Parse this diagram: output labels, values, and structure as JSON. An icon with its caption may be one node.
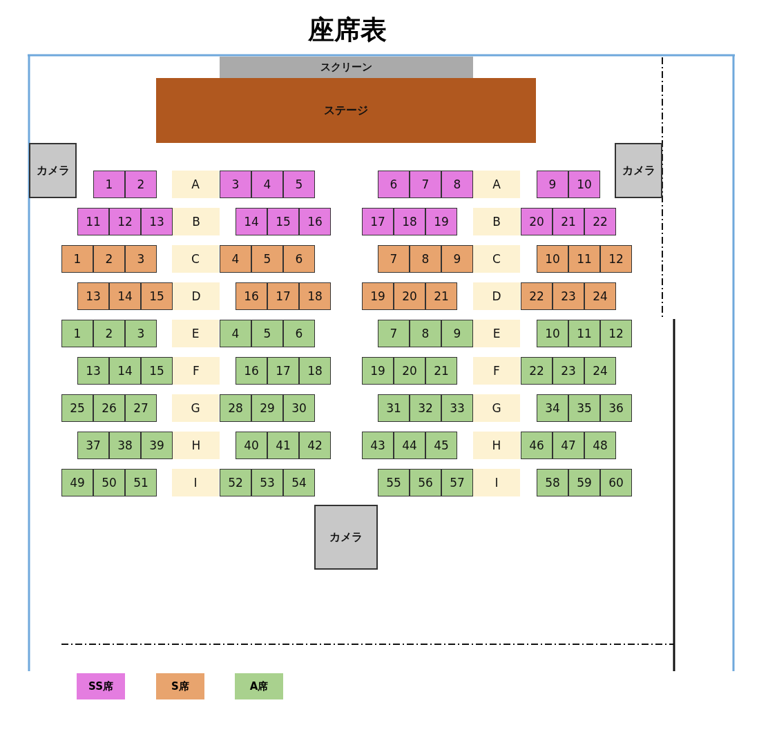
{
  "diagram": {
    "title": "座席表",
    "nodes": [
      {
        "text": [
          "スクリーン"
        ]
      },
      {
        "text": [
          "ステージ"
        ]
      },
      {
        "text": [
          "カメラ"
        ]
      },
      {
        "text": [
          "カメラ"
        ]
      },
      {
        "text": [
          "1"
        ]
      },
      {
        "text": [
          "2"
        ]
      },
      {
        "text": [
          "A"
        ]
      },
      {
        "text": [
          "3"
        ]
      },
      {
        "text": [
          "4"
        ]
      },
      {
        "text": [
          "5"
        ]
      },
      {
        "text": [
          "6"
        ]
      },
      {
        "text": [
          "7"
        ]
      },
      {
        "text": [
          "8"
        ]
      },
      {
        "text": [
          "A"
        ]
      },
      {
        "text": [
          "9"
        ]
      },
      {
        "text": [
          "10"
        ]
      },
      {
        "text": [
          "11"
        ]
      },
      {
        "text": [
          "12"
        ]
      },
      {
        "text": [
          "13"
        ]
      },
      {
        "text": [
          "B"
        ]
      },
      {
        "text": [
          "14"
        ]
      },
      {
        "text": [
          "15"
        ]
      },
      {
        "text": [
          "16"
        ]
      },
      {
        "text": [
          "17"
        ]
      },
      {
        "text": [
          "18"
        ]
      },
      {
        "text": [
          "19"
        ]
      },
      {
        "text": [
          "B"
        ]
      },
      {
        "text": [
          "20"
        ]
      },
      {
        "text": [
          "21"
        ]
      },
      {
        "text": [
          "22"
        ]
      },
      {
        "text": [
          "1"
        ]
      },
      {
        "text": [
          "2"
        ]
      },
      {
        "text": [
          "3"
        ]
      },
      {
        "text": [
          "C"
        ]
      },
      {
        "text": [
          "4"
        ]
      },
      {
        "text": [
          "5"
        ]
      },
      {
        "text": [
          "6"
        ]
      },
      {
        "text": [
          "7"
        ]
      },
      {
        "text": [
          "8"
        ]
      },
      {
        "text": [
          "9"
        ]
      },
      {
        "text": [
          "C"
        ]
      },
      {
        "text": [
          "10"
        ]
      },
      {
        "text": [
          "11"
        ]
      },
      {
        "text": [
          "12"
        ]
      },
      {
        "text": [
          "13"
        ]
      },
      {
        "text": [
          "14"
        ]
      },
      {
        "text": [
          "15"
        ]
      },
      {
        "text": [
          "D"
        ]
      },
      {
        "text": [
          "16"
        ]
      },
      {
        "text": [
          "17"
        ]
      },
      {
        "text": [
          "18"
        ]
      },
      {
        "text": [
          "19"
        ]
      },
      {
        "text": [
          "20"
        ]
      },
      {
        "text": [
          "21"
        ]
      },
      {
        "text": [
          "D"
        ]
      },
      {
        "text": [
          "22"
        ]
      },
      {
        "text": [
          "23"
        ]
      },
      {
        "text": [
          "24"
        ]
      },
      {
        "text": [
          "1"
        ]
      },
      {
        "text": [
          "2"
        ]
      },
      {
        "text": [
          "3"
        ]
      },
      {
        "text": [
          "E"
        ]
      },
      {
        "text": [
          "4"
        ]
      },
      {
        "text": [
          "5"
        ]
      },
      {
        "text": [
          "6"
        ]
      },
      {
        "text": [
          "7"
        ]
      },
      {
        "text": [
          "8"
        ]
      },
      {
        "text": [
          "9"
        ]
      },
      {
        "text": [
          "E"
        ]
      },
      {
        "text": [
          "10"
        ]
      },
      {
        "text": [
          "11"
        ]
      },
      {
        "text": [
          "12"
        ]
      },
      {
        "text": [
          "13"
        ]
      },
      {
        "text": [
          "14"
        ]
      },
      {
        "text": [
          "15"
        ]
      },
      {
        "text": [
          "F"
        ]
      },
      {
        "text": [
          "16"
        ]
      },
      {
        "text": [
          "17"
        ]
      },
      {
        "text": [
          "18"
        ]
      },
      {
        "text": [
          "19"
        ]
      },
      {
        "text": [
          "20"
        ]
      },
      {
        "text": [
          "21"
        ]
      },
      {
        "text": [
          "F"
        ]
      },
      {
        "text": [
          "22"
        ]
      },
      {
        "text": [
          "23"
        ]
      },
      {
        "text": [
          "24"
        ]
      },
      {
        "text": [
          "25"
        ]
      },
      {
        "text": [
          "26"
        ]
      },
      {
        "text": [
          "27"
        ]
      },
      {
        "text": [
          "G"
        ]
      },
      {
        "text": [
          "28"
        ]
      },
      {
        "text": [
          "29"
        ]
      },
      {
        "text": [
          "30"
        ]
      },
      {
        "text": [
          "31"
        ]
      },
      {
        "text": [
          "32"
        ]
      },
      {
        "text": [
          "33"
        ]
      },
      {
        "text": [
          "G"
        ]
      },
      {
        "text": [
          "34"
        ]
      },
      {
        "text": [
          "35"
        ]
      },
      {
        "text": [
          "36"
        ]
      },
      {
        "text": [
          "37"
        ]
      },
      {
        "text": [
          "38"
        ]
      },
      {
        "text": [
          "39"
        ]
      },
      {
        "text": [
          "H"
        ]
      },
      {
        "text": [
          "40"
        ]
      },
      {
        "text": [
          "41"
        ]
      },
      {
        "text": [
          "42"
        ]
      },
      {
        "text": [
          "43"
        ]
      },
      {
        "text": [
          "44"
        ]
      },
      {
        "text": [
          "45"
        ]
      },
      {
        "text": [
          "H"
        ]
      },
      {
        "text": [
          "46"
        ]
      },
      {
        "text": [
          "47"
        ]
      },
      {
        "text": [
          "48"
        ]
      },
      {
        "text": [
          "49"
        ]
      },
      {
        "text": [
          "50"
        ]
      },
      {
        "text": [
          "51"
        ]
      },
      {
        "text": [
          "I"
        ]
      },
      {
        "text": [
          "52"
        ]
      },
      {
        "text": [
          "53"
        ]
      },
      {
        "text": [
          "54"
        ]
      },
      {
        "text": [
          "55"
        ]
      },
      {
        "text": [
          "56"
        ]
      },
      {
        "text": [
          "57"
        ]
      },
      {
        "text": [
          "I"
        ]
      },
      {
        "text": [
          "58"
        ]
      },
      {
        "text": [
          "59"
        ]
      },
      {
        "text": [
          "60"
        ]
      },
      {
        "text": [
          "カメラ"
        ]
      }
    ],
    "legend": [
      {
        "text": "SS席",
        "color": "#e47de0"
      },
      {
        "text": "S席",
        "color": "#e8a46e"
      },
      {
        "text": "A席",
        "color": "#a9d18e"
      }
    ]
  }
}
